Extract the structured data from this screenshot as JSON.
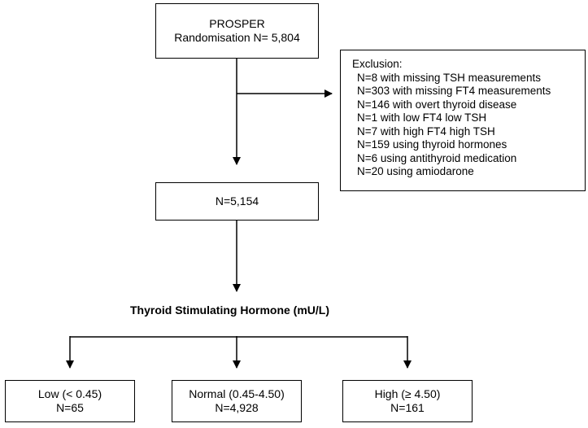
{
  "top_box": {
    "line1": "PROSPER",
    "line2": "Randomisation N= 5,804"
  },
  "exclusion": {
    "title": "Exclusion:",
    "items": [
      "N=8 with missing TSH measurements",
      "N=303 with missing FT4 measurements",
      "N=146 with overt thyroid disease",
      "N=1 with low FT4 low TSH",
      "N=7 with high FT4 high TSH",
      "N=159 using thyroid hormones",
      "N=6 using antithyroid medication",
      "N=20 using amiodarone"
    ]
  },
  "middle_box": {
    "label": "N=5,154"
  },
  "branch_heading": "Thyroid Stimulating Hormone (mU/L)",
  "groups": [
    {
      "label": "Low (< 0.45)",
      "count": "N=65"
    },
    {
      "label": "Normal (0.45-4.50)",
      "count": "N=4,928"
    },
    {
      "label": "High (≥ 4.50)",
      "count": "N=161"
    }
  ]
}
